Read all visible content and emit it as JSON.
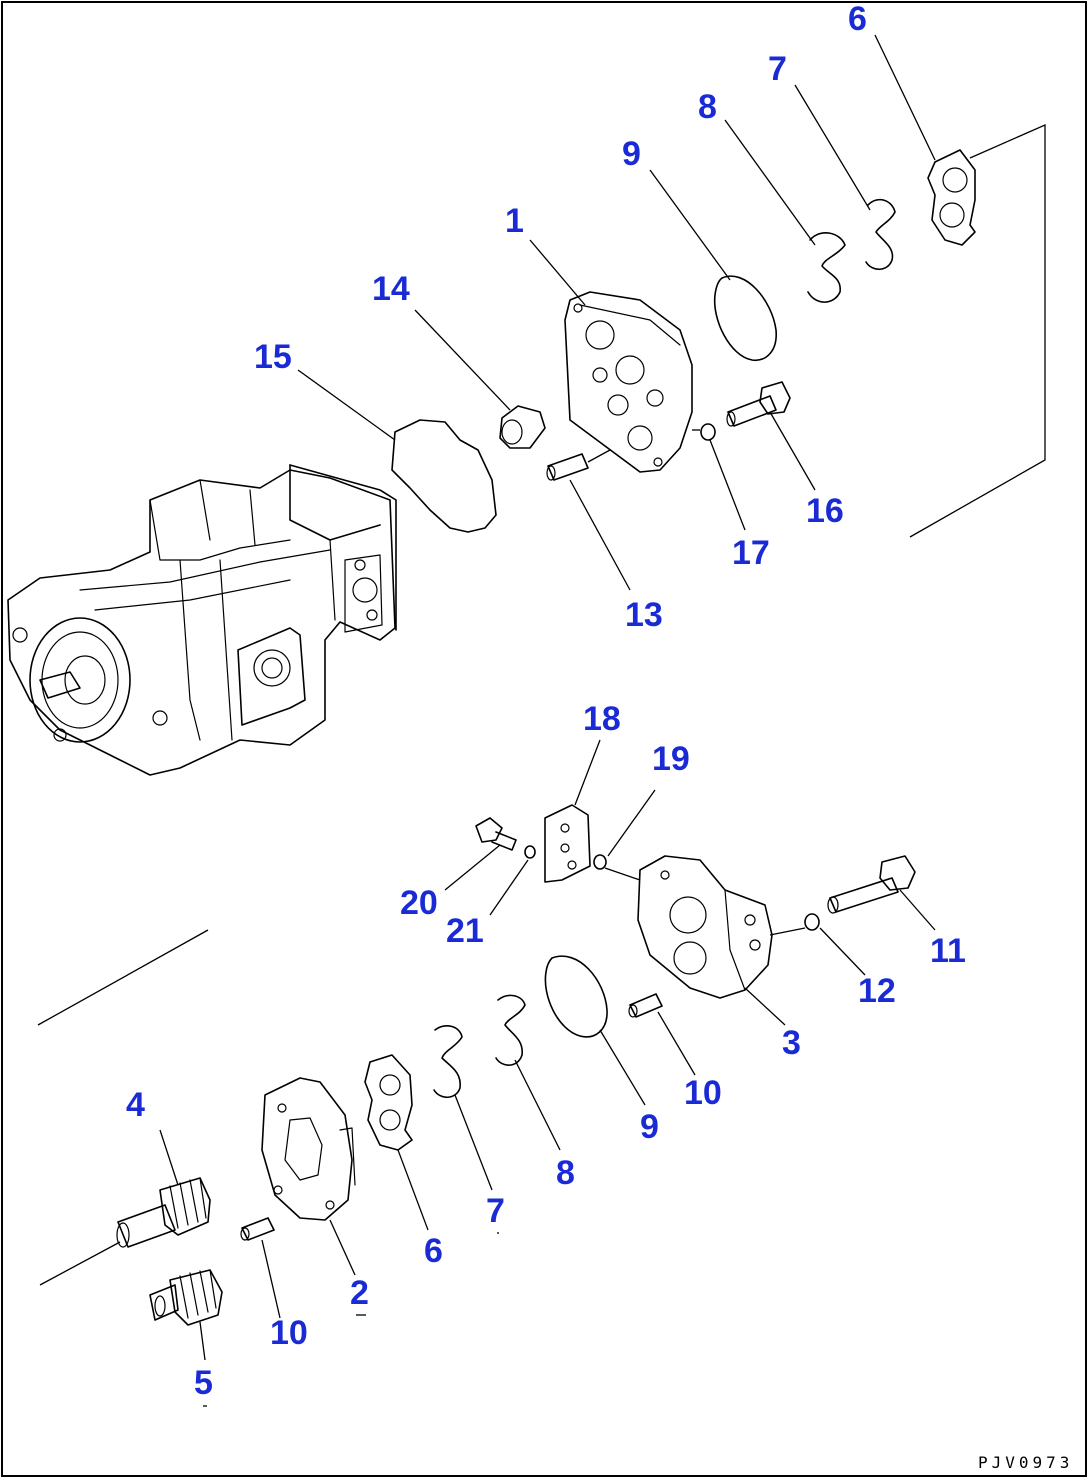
{
  "diagram": {
    "drawing_code": "PJV0973",
    "label_color": "#1a2bd6",
    "callouts": [
      {
        "id": "c6a",
        "text": "6"
      },
      {
        "id": "c7a",
        "text": "7"
      },
      {
        "id": "c8a",
        "text": "8"
      },
      {
        "id": "c9a",
        "text": "9"
      },
      {
        "id": "c1",
        "text": "1"
      },
      {
        "id": "c14",
        "text": "14"
      },
      {
        "id": "c15",
        "text": "15"
      },
      {
        "id": "c16",
        "text": "16"
      },
      {
        "id": "c17",
        "text": "17"
      },
      {
        "id": "c13",
        "text": "13"
      },
      {
        "id": "c18",
        "text": "18"
      },
      {
        "id": "c19",
        "text": "19"
      },
      {
        "id": "c20",
        "text": "20"
      },
      {
        "id": "c21",
        "text": "21"
      },
      {
        "id": "c11",
        "text": "11"
      },
      {
        "id": "c12",
        "text": "12"
      },
      {
        "id": "c3",
        "text": "3"
      },
      {
        "id": "c10a",
        "text": "10"
      },
      {
        "id": "c9b",
        "text": "9"
      },
      {
        "id": "c8b",
        "text": "8"
      },
      {
        "id": "c7b",
        "text": "7"
      },
      {
        "id": "c6b",
        "text": "6"
      },
      {
        "id": "c4",
        "text": "4"
      },
      {
        "id": "c2",
        "text": "2"
      },
      {
        "id": "c10b",
        "text": "10"
      },
      {
        "id": "c5",
        "text": "5"
      }
    ]
  }
}
